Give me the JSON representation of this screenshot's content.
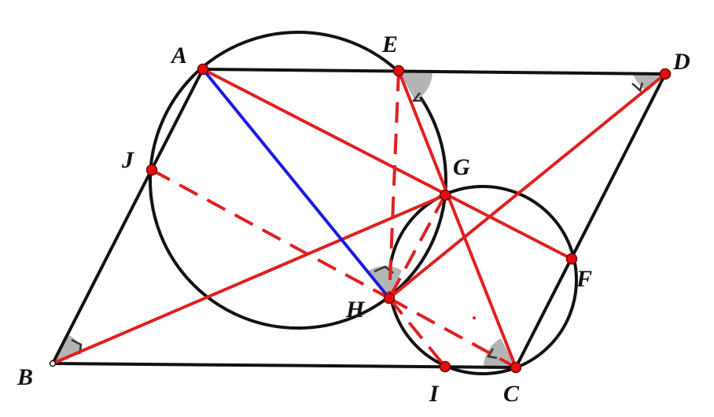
{
  "colors": {
    "background": "#ffffff",
    "black_line": "#111111",
    "red_line": "#e02020",
    "blue_line": "#1a1adf",
    "point_fill": "#e01010",
    "point_stroke": "#7a0000",
    "angle_fill": "#b4b4b4",
    "angle_arrow": "#333333"
  },
  "labels": {
    "A": "A",
    "B": "B",
    "C": "C",
    "D": "D",
    "E": "E",
    "F": "F",
    "G": "G",
    "H": "H",
    "I": "I",
    "J": "J"
  }
}
